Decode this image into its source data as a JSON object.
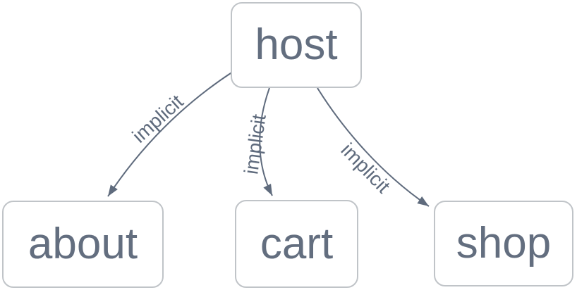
{
  "diagram": {
    "type": "flowchart",
    "colors": {
      "edge": "#5f6b7d",
      "node_text": "#636e7f",
      "node_border": "#c0c4c8",
      "node_fill": "#ffffff",
      "background": "#ffffff"
    },
    "nodes": [
      {
        "id": "host",
        "label": "host"
      },
      {
        "id": "about",
        "label": "about"
      },
      {
        "id": "cart",
        "label": "cart"
      },
      {
        "id": "shop",
        "label": "shop"
      }
    ],
    "edges": [
      {
        "from": "host",
        "to": "about",
        "label": "implicit"
      },
      {
        "from": "host",
        "to": "cart",
        "label": "implicit"
      },
      {
        "from": "host",
        "to": "shop",
        "label": "implicit"
      }
    ]
  }
}
